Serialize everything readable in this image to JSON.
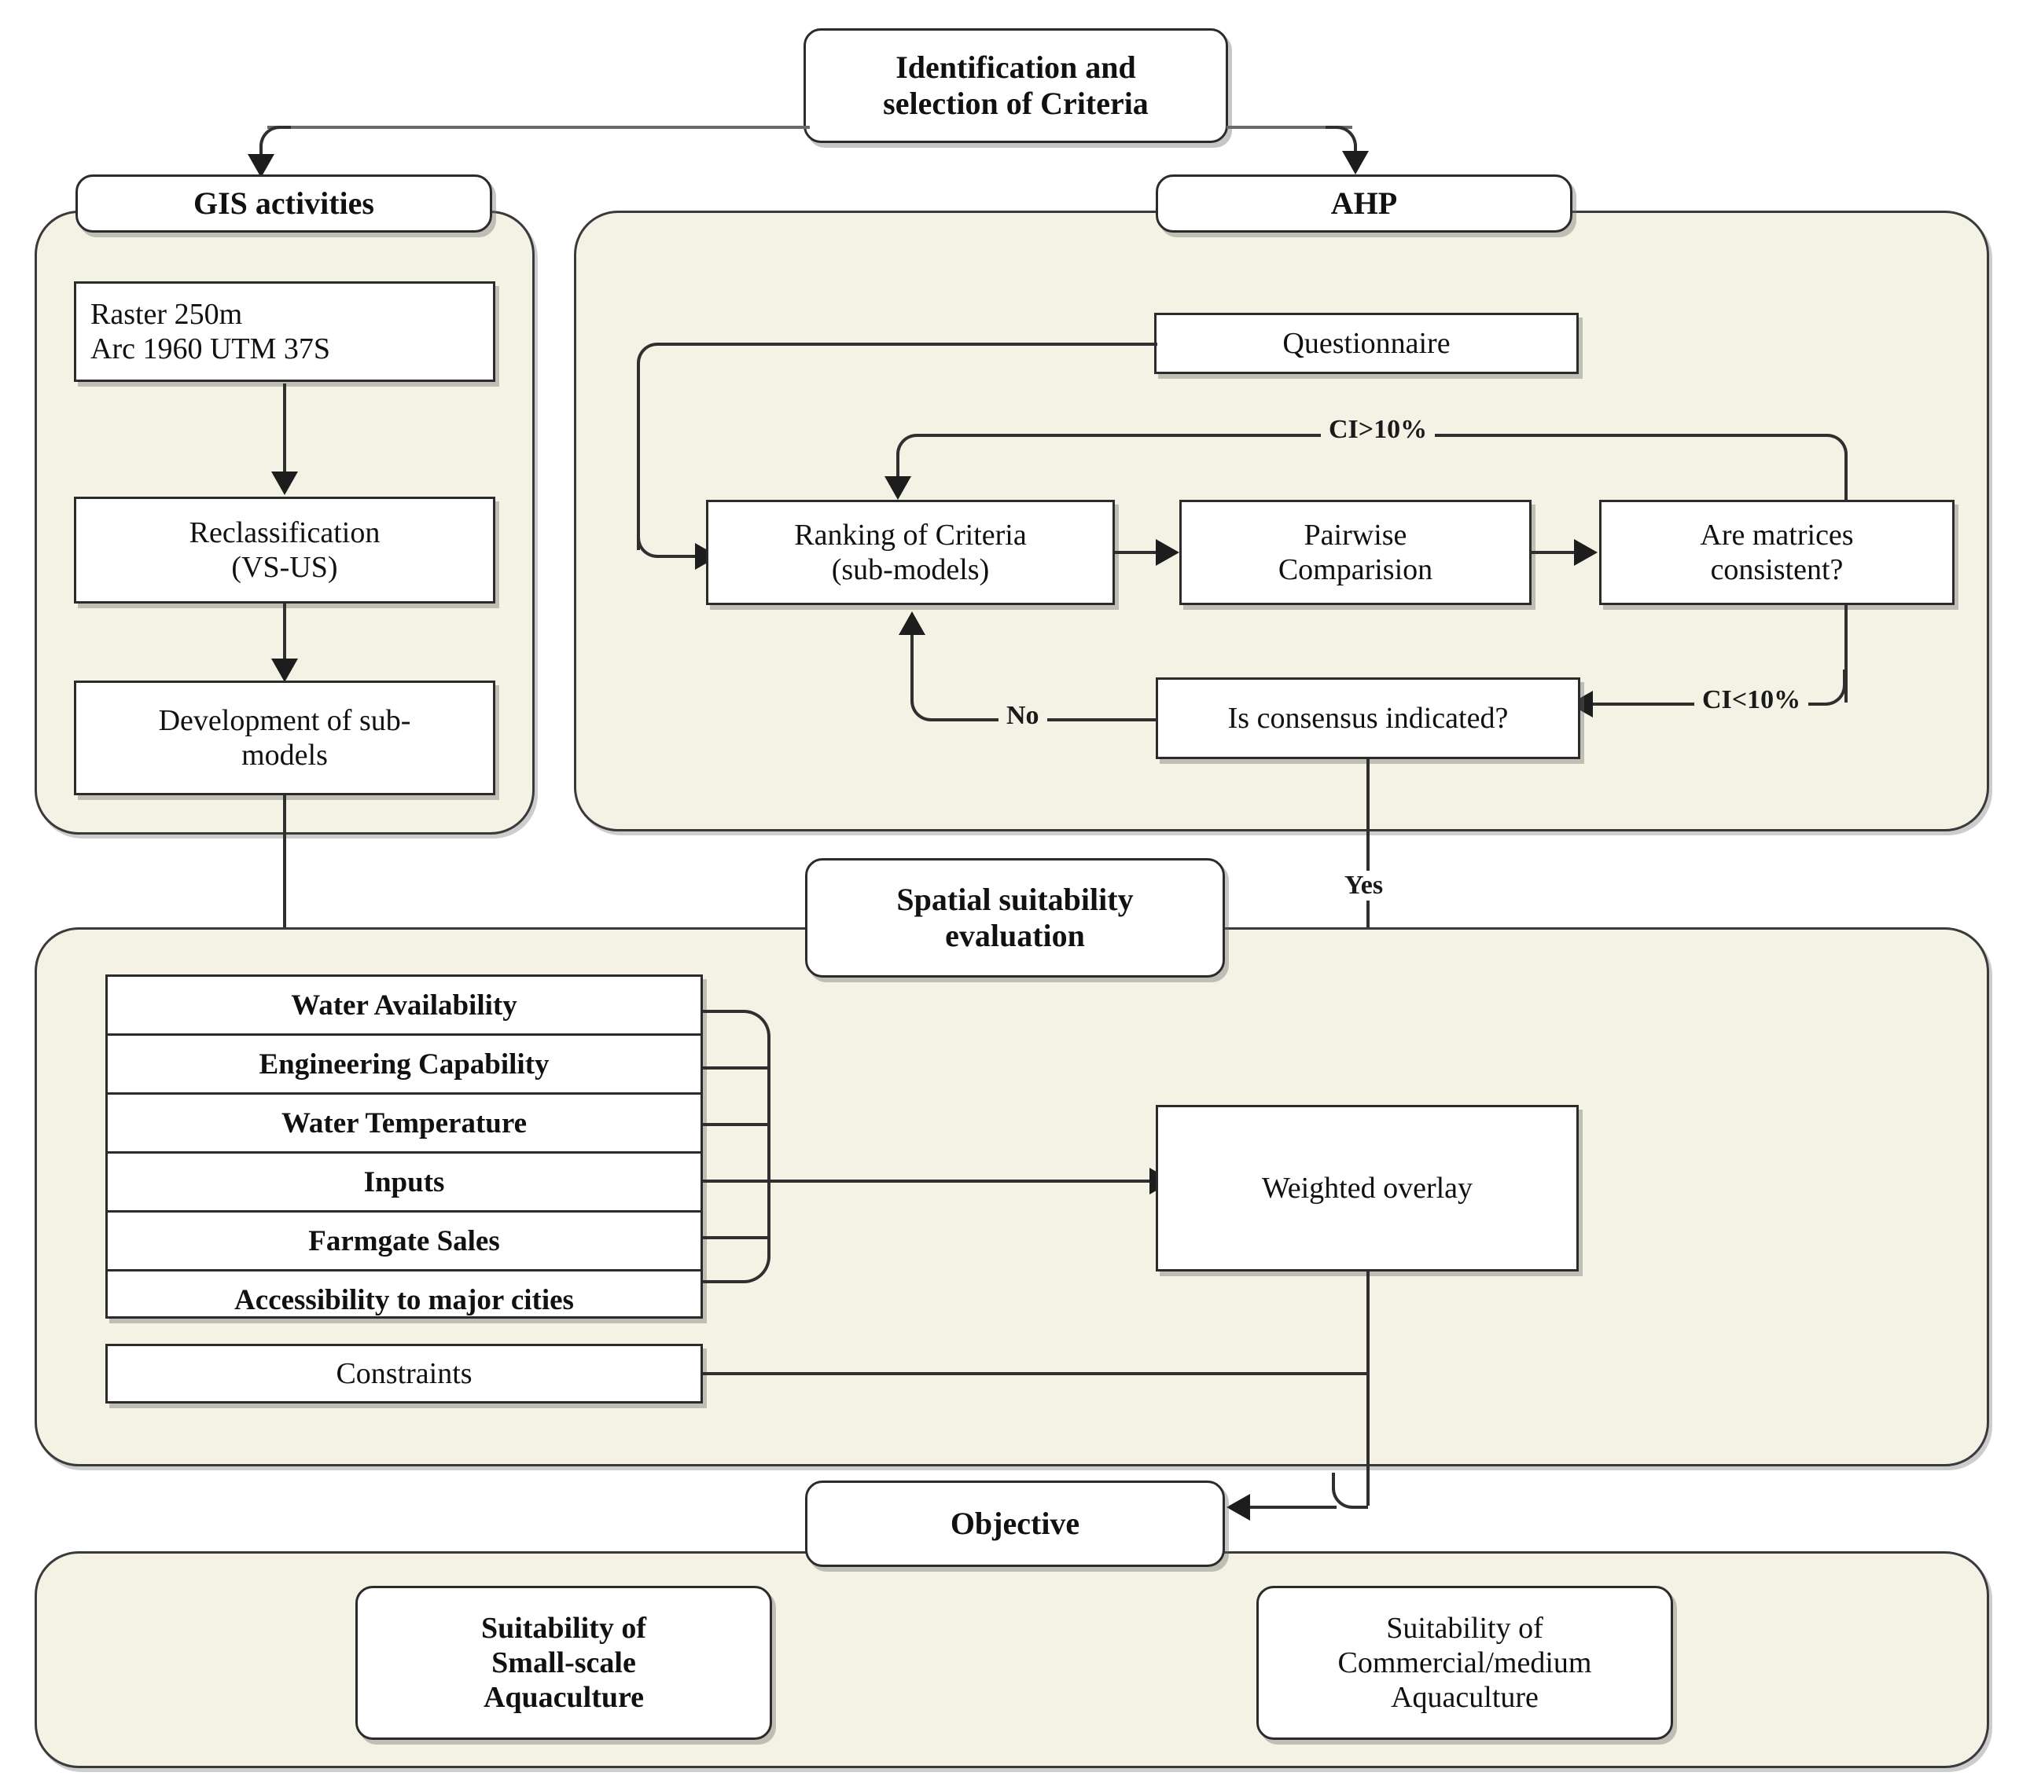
{
  "diagram": {
    "title_box": "Identification and\nselection of Criteria",
    "panels": {
      "gis": {
        "header": "GIS activities"
      },
      "ahp": {
        "header": "AHP"
      },
      "spatial": {
        "header": "Spatial suitability\nevaluation"
      },
      "objective": {
        "header": "Objective"
      }
    },
    "gis_nodes": [
      {
        "id": "raster",
        "text": "Raster 250m\nArc 1960 UTM 37S"
      },
      {
        "id": "reclass",
        "text": "Reclassification\n(VS-US)"
      },
      {
        "id": "submodels",
        "text": "Development of sub-\nmodels"
      }
    ],
    "ahp_nodes": [
      {
        "id": "questionnaire",
        "text": "Questionnaire"
      },
      {
        "id": "ranking",
        "text": "Ranking of Criteria\n(sub-models)"
      },
      {
        "id": "pairwise",
        "text": "Pairwise\nComparision"
      },
      {
        "id": "matrices",
        "text": "Are matrices\nconsistent?"
      },
      {
        "id": "consensus",
        "text": "Is consensus indicated?"
      }
    ],
    "criteria": [
      "Water Availability",
      "Engineering Capability",
      "Water Temperature",
      "Inputs",
      "Farmgate Sales",
      "Accessibility to major cities"
    ],
    "constraints": "Constraints",
    "weighted_overlay": "Weighted overlay",
    "outcomes": [
      "Suitability of\nSmall-scale\nAquaculture",
      "Suitability of\nCommercial/medium\nAquaculture"
    ],
    "edge_labels": {
      "ci_high": "CI>10%",
      "ci_low": "CI<10%",
      "no": "No",
      "yes": "Yes"
    },
    "colors": {
      "panel_fill": "#f3f2e4",
      "box_fill": "#ffffff",
      "stroke": "#2b2b2b",
      "page": "#ffffff"
    }
  }
}
